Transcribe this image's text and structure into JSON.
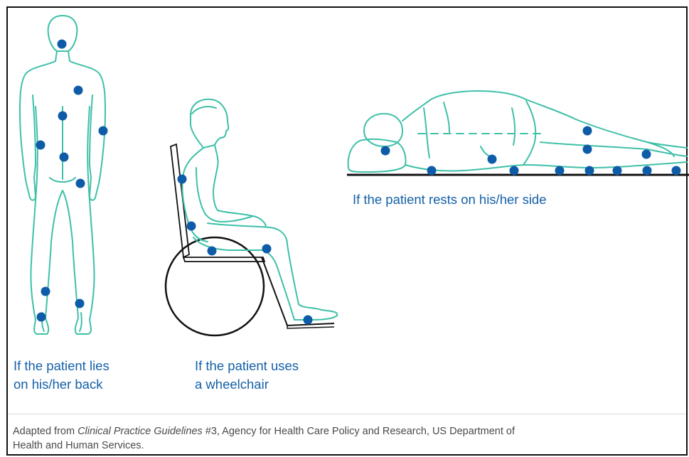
{
  "captions": {
    "back": [
      "If the patient lies",
      "on his/her back"
    ],
    "wheelchair": [
      "If the patient uses",
      "a wheelchair"
    ],
    "side": "If the patient rests on his/her side"
  },
  "credit": {
    "prefix": "Adapted from ",
    "title": "Clinical Practice Guidelines",
    "suffix_line1": " #3, Agency for Health Care Policy and Research, US Department of",
    "line2": "Health and Human Services."
  },
  "colors": {
    "outline": "#3ec0a8",
    "pressure_point": "#0e5ca8",
    "caption_text": "#1560a8",
    "wheel": "#111111"
  },
  "icons": {
    "standing": "standing-body-back-view",
    "wheelchair": "person-in-wheelchair",
    "side": "person-lying-on-side"
  }
}
